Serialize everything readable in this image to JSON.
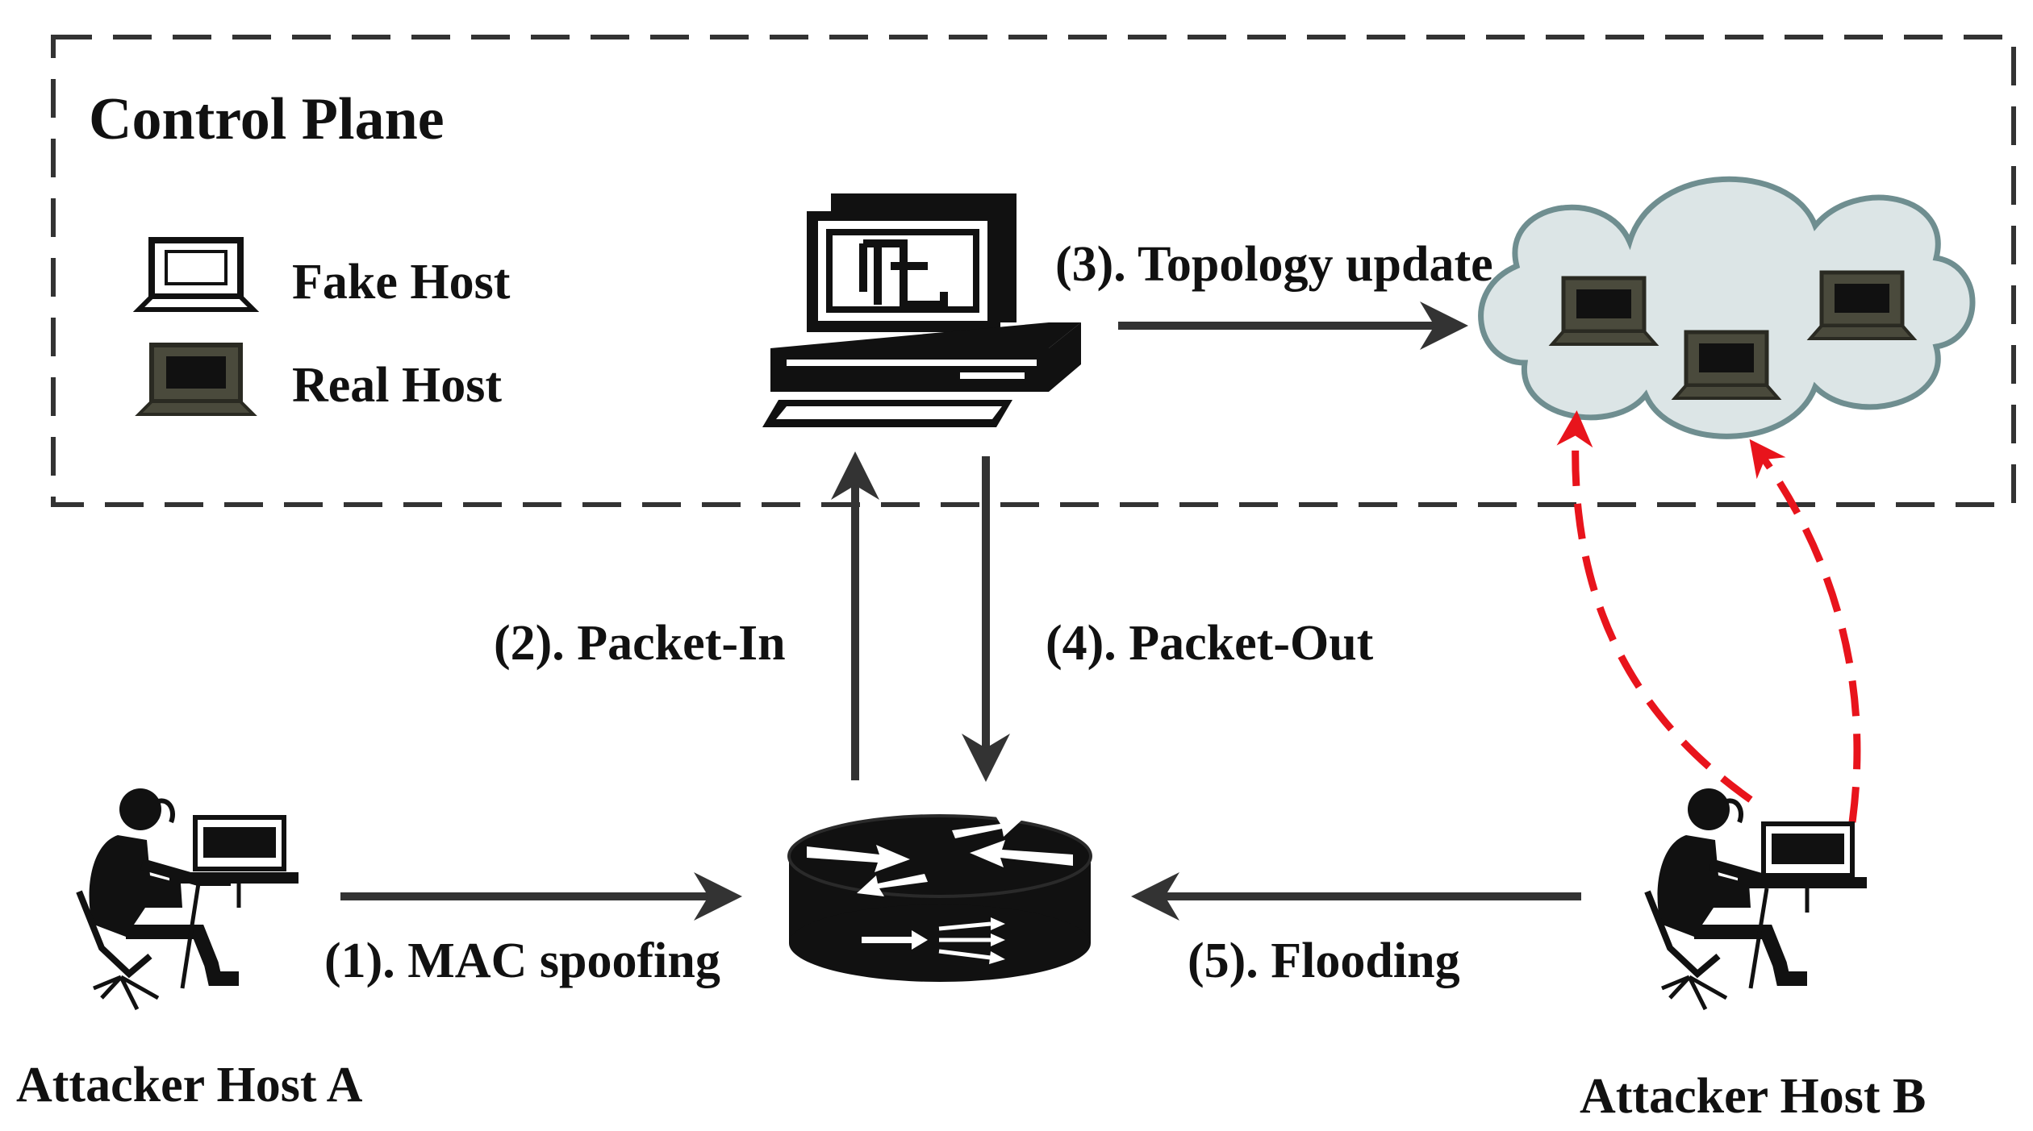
{
  "control_plane": {
    "title": "Control Plane",
    "legend": [
      {
        "label": "Fake Host",
        "icon": "laptop-outline-icon"
      },
      {
        "label": "Real Host",
        "icon": "laptop-filled-icon"
      }
    ]
  },
  "steps": {
    "mac_spoofing": "(1). MAC spoofing",
    "packet_in": "(2). Packet-In",
    "topology_update": "(3). Topology update",
    "packet_out": "(4). Packet-Out",
    "flooding": "(5). Flooding"
  },
  "hosts": {
    "attacker_a": "Attacker Host A",
    "attacker_b": "Attacker Host B"
  },
  "colors": {
    "arrow": "#333333",
    "attack_arrow": "#e8141c",
    "cloud_fill": "#dce5e6",
    "cloud_stroke": "#6f8e90",
    "real_host": "#4a4a3c",
    "border": "#333333"
  }
}
